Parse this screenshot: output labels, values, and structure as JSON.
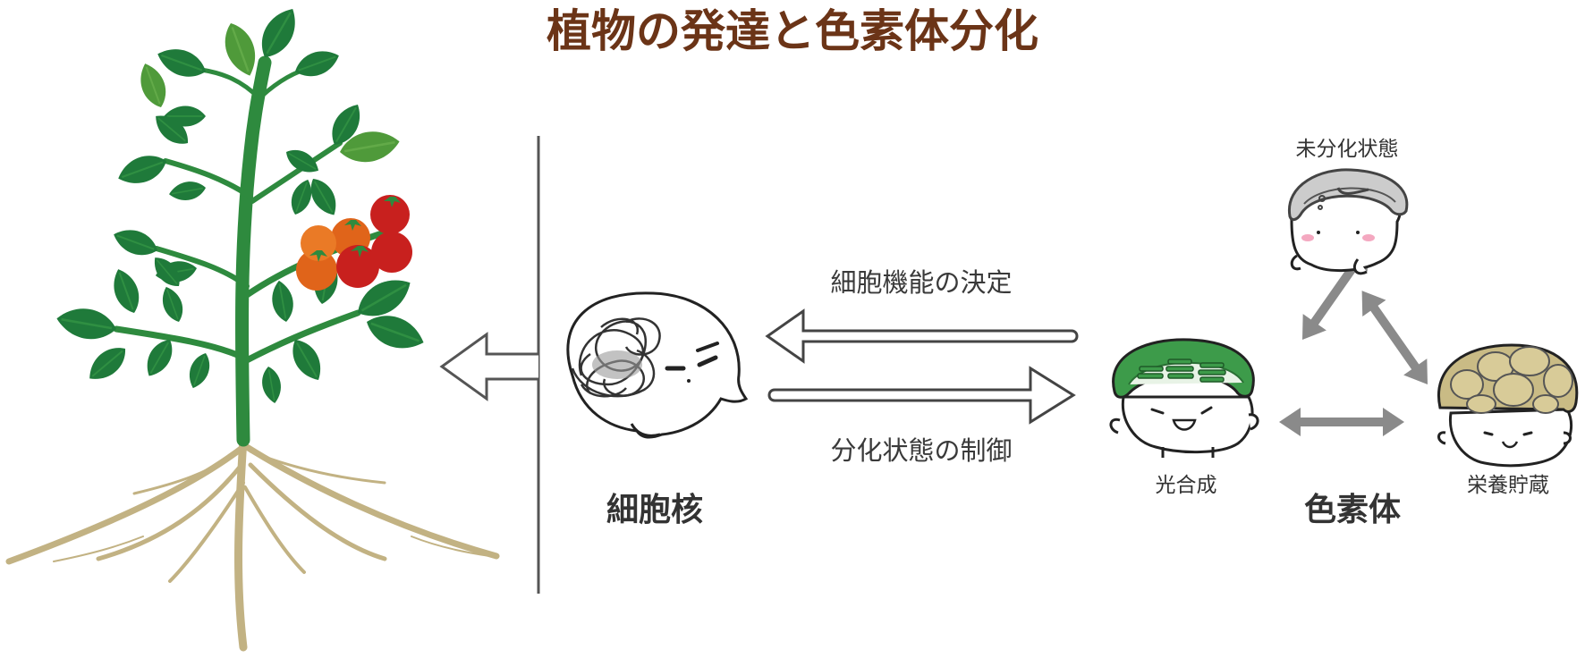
{
  "title": "植物の発達と色素体分化",
  "labels": {
    "nucleus": "細胞核",
    "plastid": "色素体",
    "arrow_top": "細胞機能の決定",
    "arrow_bottom": "分化状態の制御",
    "undifferentiated": "未分化状態",
    "photosynthesis": "光合成",
    "storage": "栄養貯蔵"
  },
  "colors": {
    "title": "#6b3417",
    "leaf_dark": "#1f7a3a",
    "leaf_light": "#4f9a3a",
    "stem": "#2e8a3e",
    "root": "#c2b283",
    "tomato_red": "#c8201e",
    "tomato_orange": "#e0641a",
    "arrow_gray": "#8a8a8a",
    "outline": "#555555",
    "chloroplast_green": "#3d9b4a",
    "amyloplast_tan": "#c9bb85"
  }
}
